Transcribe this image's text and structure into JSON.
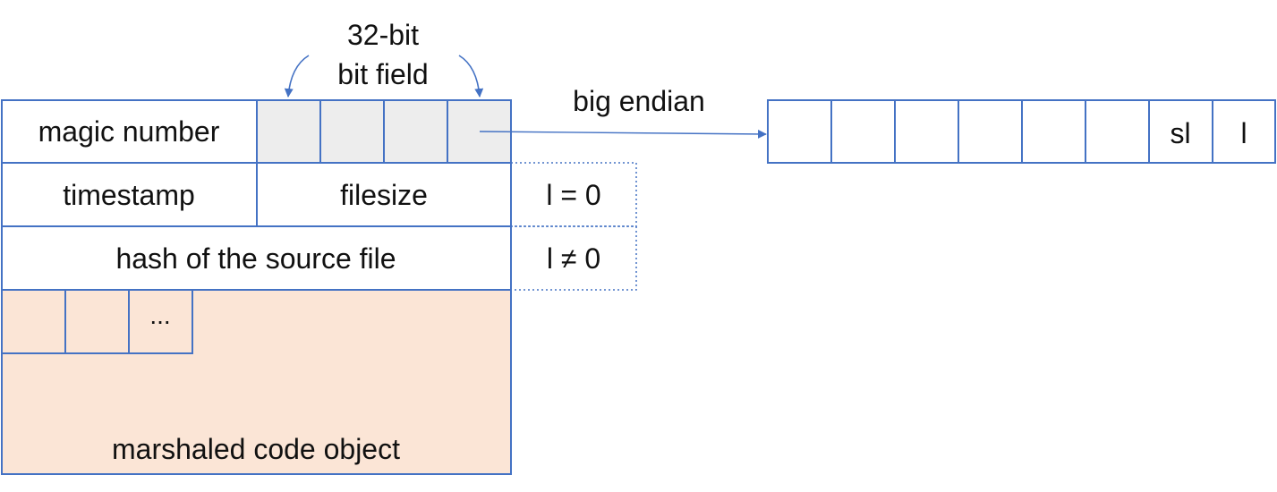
{
  "header": {
    "bit_label_line1": "32-bit",
    "bit_label_line2": "bit field",
    "endian_label": "big endian"
  },
  "rows": {
    "magic_number": "magic number",
    "timestamp": "timestamp",
    "filesize": "filesize",
    "hash": "hash of the source file",
    "marshaled": "marshaled code object",
    "ellipsis": "..."
  },
  "conditions": {
    "l_zero": "l = 0",
    "l_nonzero": "l ≠ 0"
  },
  "flags": {
    "sl": "sl",
    "l": "l"
  },
  "colors": {
    "stroke": "#4472C4",
    "magic_fill": "#EDEDED",
    "code_fill": "#FBE5D6",
    "text": "#111111"
  }
}
